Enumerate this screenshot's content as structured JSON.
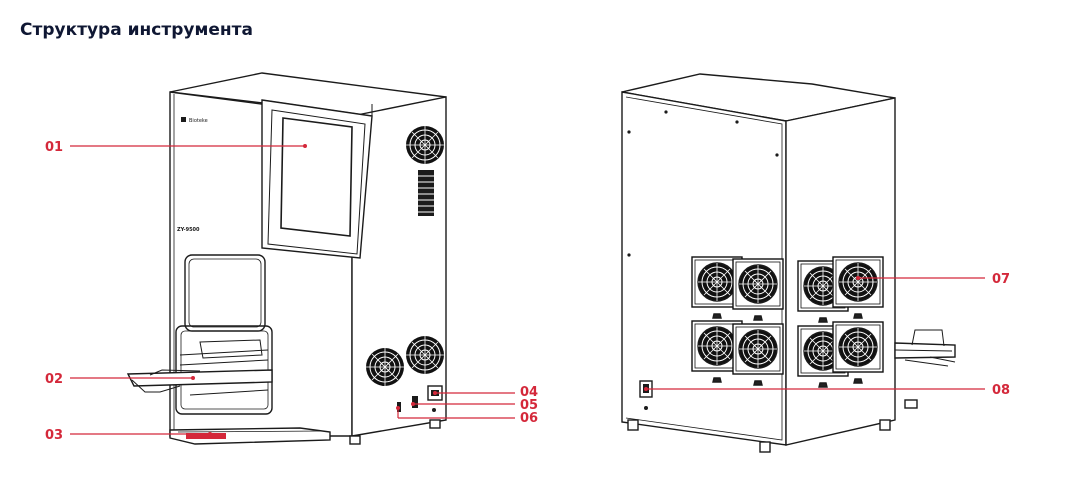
{
  "title": "Структура инструмента",
  "accent_color": "#d4283a",
  "line_color": "#222222",
  "front_unit": {
    "logo_text": "Bioteke",
    "model_text": "ZY-9500"
  },
  "callouts": [
    {
      "id": "01",
      "label": "01"
    },
    {
      "id": "02",
      "label": "02"
    },
    {
      "id": "03",
      "label": "03"
    },
    {
      "id": "04",
      "label": "04"
    },
    {
      "id": "05",
      "label": "05"
    },
    {
      "id": "06",
      "label": "06"
    },
    {
      "id": "07",
      "label": "07"
    },
    {
      "id": "08",
      "label": "08"
    }
  ]
}
